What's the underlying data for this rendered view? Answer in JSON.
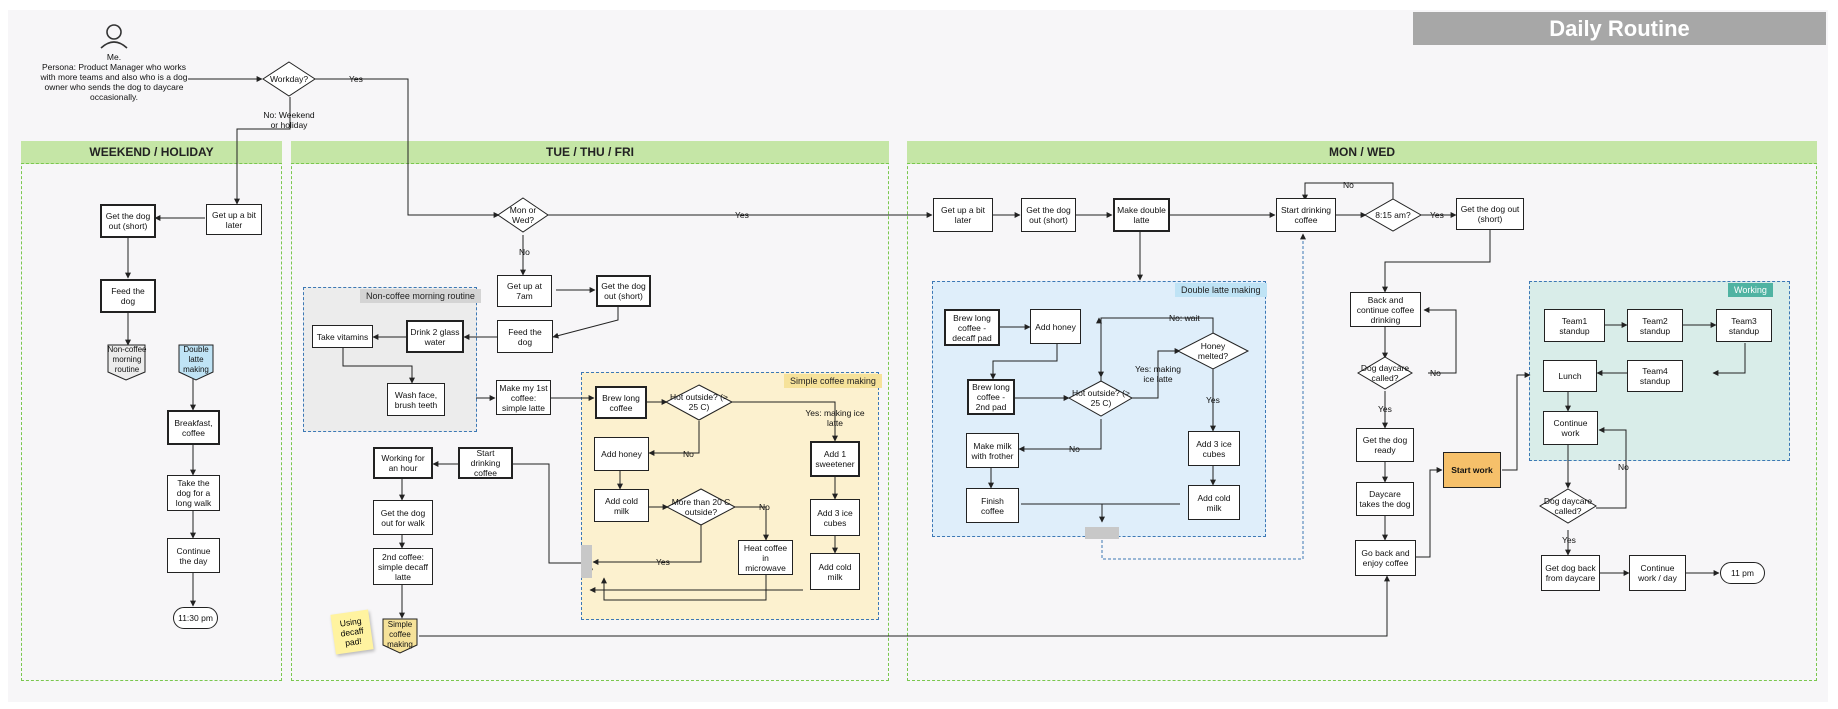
{
  "title": "Daily Routine",
  "colors": {
    "lane_header": "#c5e6a6",
    "lane_border": "#7ac74f",
    "sub_non_coffee": "#ececec",
    "sub_simple_coffee": "#fcf1cf",
    "sub_double_latte": "#dfeefa",
    "sub_working": "#d9ede9",
    "start_work": "#f6c06a",
    "light_blue": "#bfe3f5",
    "yellow": "#f6e29a"
  },
  "persona": {
    "icon": "user-icon",
    "name": "Me.",
    "description": "Persona: Product Manager who works with  more teams and also who is a dog owner who sends the dog to daycare occasionally."
  },
  "lanes": {
    "weekend": "WEEKEND / HOLIDAY",
    "tue_thu_fri": "TUE / THU / FRI",
    "mon_wed": "MON / WED"
  },
  "subgroups": {
    "non_coffee": "Non-coffee morning routine",
    "simple_coffee": "Simple coffee making",
    "double_latte": "Double latte making",
    "working": "Working"
  },
  "decisions": {
    "workday": "Workday?",
    "mon_or_wed": "Mon or Wed?",
    "hot_outside_1": "Hot outside? (> 25 C)",
    "more_than_20": "More than 20 C outside?",
    "honey_melted": "Honey melted?",
    "hot_outside_2": "Hot outside? (> 25 C)",
    "eight_fifteen": "8:15 am?",
    "daycare_called_1": "Dog daycare called?",
    "daycare_called_2": "Dog daycare called?"
  },
  "edge_labels": {
    "yes_workday": "Yes",
    "no_weekend": "No: Weekend or holiday",
    "yes_mon_wed": "Yes",
    "no_mon_wed": "No",
    "no_hot_1": "No",
    "yes_ice_latte_1": "Yes: making ice latte",
    "no_20": "No",
    "yes_20": "Yes",
    "no_wait": "No: wait",
    "yes_ice_latte_2": "Yes: making ice latte",
    "yes_melted": "Yes",
    "no_hot_2": "No",
    "no_815": "No",
    "yes_815": "Yes",
    "no_daycare_1": "No",
    "yes_daycare_1": "Yes",
    "no_daycare_2": "No",
    "yes_daycare_2": "Yes"
  },
  "weekend": {
    "get_up_later": "Get up a bit later",
    "dog_out_short": "Get the dog out (short)",
    "feed_dog": "Feed the dog",
    "non_coffee_ref": "Non-coffee morning routine",
    "double_latte_ref": "Double latte making",
    "breakfast": "Breakfast, coffee",
    "long_walk": "Take the dog for a long walk",
    "continue_day": "Continue the day",
    "end_time": "11:30 pm"
  },
  "tue": {
    "get_up_7": "Get up at 7am",
    "dog_out_short": "Get the dog out (short)",
    "feed_dog": "Feed the dog",
    "take_vitamins": "Take vitamins",
    "drink_water": "Drink 2 glass water",
    "wash_face": "Wash face, brush teeth",
    "first_coffee": "Make my 1st coffee: simple latte",
    "brew_long": "Brew long coffee",
    "add_honey": "Add honey",
    "add_cold_milk_1": "Add cold milk",
    "add_sweetener": "Add 1 sweetener",
    "add_ice": "Add 3 ice cubes",
    "add_cold_milk_2": "Add cold milk",
    "heat_coffee": "Heat coffee in microwave",
    "start_drinking": "Start drinking coffee",
    "working_hour": "Working for an hour",
    "dog_walk": "Get the dog out for walk",
    "second_coffee": "2nd coffee: simple decaff latte",
    "simple_coffee_ref": "Simple coffee making",
    "sticky": "Using decaff pad!"
  },
  "mon": {
    "get_up_later": "Get up a bit later",
    "dog_out_short": "Get the dog out (short)",
    "double_latte": "Make double latte",
    "start_drinking": "Start drinking coffee",
    "dog_out_short_2": "Get the dog out (short)",
    "brew_decaf": "Brew long coffee - decaff pad",
    "add_honey": "Add honey",
    "brew_2nd": "Brew long coffee  - 2nd pad",
    "make_milk": "Make milk with frother",
    "finish_coffee": "Finish coffee",
    "add_ice": "Add 3 ice cubes",
    "add_cold_milk": "Add cold milk",
    "back_continue": "Back and continue coffee drinking",
    "dog_ready": "Get the dog ready",
    "daycare_takes": "Daycare takes the dog",
    "go_back": "Go back and enjoy coffee",
    "start_work": "Start work",
    "team1": "Team1 standup",
    "team2": "Team2 standup",
    "team3": "Team3 standup",
    "lunch": "Lunch",
    "team4": "Team4 standup",
    "continue_work": "Continue work",
    "dog_back": "Get dog back from daycare",
    "continue_work_day": "Continue work / day",
    "end_time": "11 pm"
  }
}
